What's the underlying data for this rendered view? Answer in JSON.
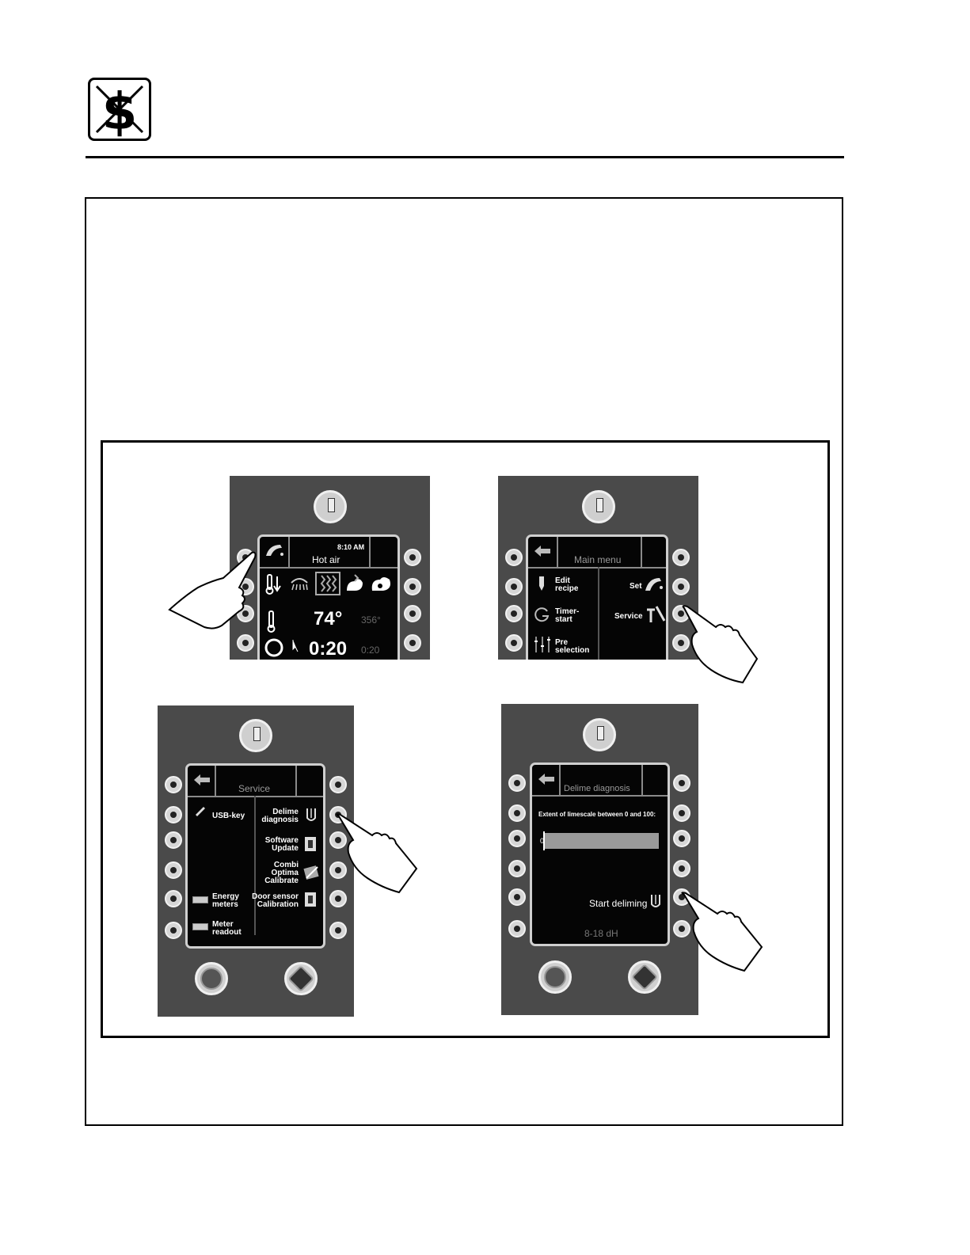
{
  "panel1": {
    "clock": "8:10 AM",
    "mode": "Hot air",
    "temp": "74°",
    "temp_target": "356°",
    "time": "0:20",
    "time_target": "0:20"
  },
  "panel2": {
    "title": "Main menu",
    "edit_recipe": "Edit\nrecipe",
    "timer_start": "Timer-\nstart",
    "pre_selection": "Pre\nselection",
    "set": "Set",
    "service": "Service"
  },
  "panel3": {
    "title": "Service",
    "usb_key": "USB-key",
    "energy_meters": "Energy\nmeters",
    "meter_readout": "Meter\nreadout",
    "delime_diagnosis": "Delime\ndiagnosis",
    "software_update": "Software\nUpdate",
    "combi_optima": "Combi\nOptima\nCalibrate",
    "door_sensor": "Door sensor\nCalibration"
  },
  "panel4": {
    "title": "Delime diagnosis",
    "extent": "Extent of limescale between 0 and 100:",
    "bar_value": "0",
    "start_deliming": "Start deliming",
    "hardness": "8-18 dH"
  }
}
